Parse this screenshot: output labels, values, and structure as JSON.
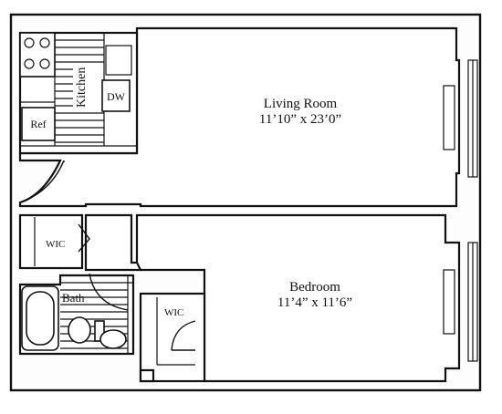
{
  "rooms": {
    "living": {
      "name": "Living Room",
      "dims": "11’10” x 23’0”"
    },
    "bedroom": {
      "name": "Bedroom",
      "dims": "11’4” x 11’6”"
    },
    "kitchen": {
      "name": "Kitchen"
    },
    "bath": {
      "name": "Bath"
    },
    "wic_left": {
      "name": "WIC"
    },
    "wic_bedroom": {
      "name": "WIC"
    }
  },
  "fixtures": {
    "dishwasher": "DW",
    "refrigerator": "Ref"
  },
  "colors": {
    "line": "#111111",
    "background": "#ffffff",
    "paper": "#fdfdfd"
  }
}
